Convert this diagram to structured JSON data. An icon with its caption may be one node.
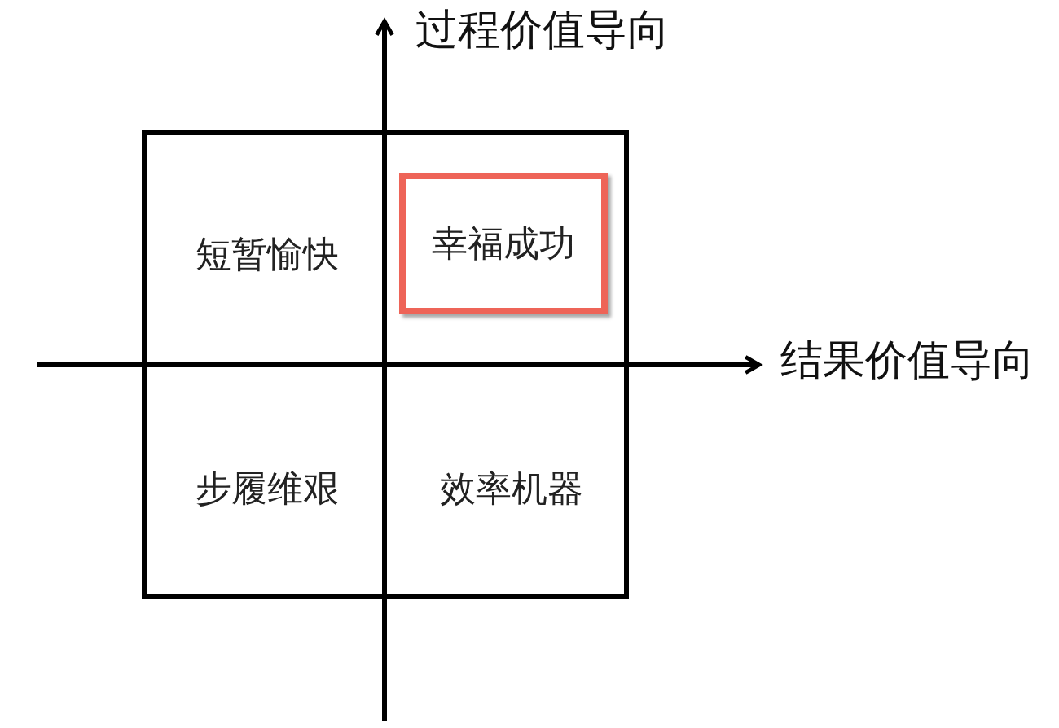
{
  "diagram": {
    "nodes": [
      {
        "text": [
          "短暂愉快",
          "步履维艰",
          "效率机器"
        ]
      },
      {
        "text": [
          "幸福成功"
        ],
        "in": 0
      }
    ],
    "labels": [
      "过程价值导向",
      "结果价值导向"
    ]
  }
}
